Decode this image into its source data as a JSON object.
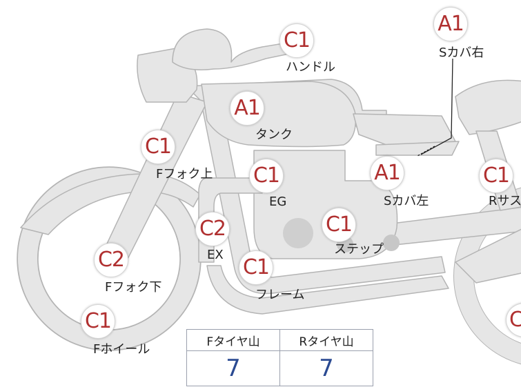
{
  "parts": [
    {
      "id": "handle",
      "grade": "C1",
      "label": "ハンドル"
    },
    {
      "id": "tank",
      "grade": "A1",
      "label": "タンク"
    },
    {
      "id": "fork-upper",
      "grade": "C1",
      "label": "Fフォク上"
    },
    {
      "id": "engine",
      "grade": "C1",
      "label": "EG"
    },
    {
      "id": "side-cover-right",
      "grade": "A1",
      "label": "Sカバ右"
    },
    {
      "id": "side-cover-left",
      "grade": "A1",
      "label": "Sカバ左"
    },
    {
      "id": "rear-suspension",
      "grade": "C1",
      "label": "Rサス"
    },
    {
      "id": "exhaust",
      "grade": "C2",
      "label": "EX"
    },
    {
      "id": "step",
      "grade": "C1",
      "label": "ステップ"
    },
    {
      "id": "fork-lower",
      "grade": "C2",
      "label": "Fフォク下"
    },
    {
      "id": "frame",
      "grade": "C1",
      "label": "フレーム"
    },
    {
      "id": "front-wheel",
      "grade": "C1",
      "label": "Fホイール"
    },
    {
      "id": "rear-wheel",
      "grade": "C",
      "label": ""
    }
  ],
  "tread_table": {
    "headers": [
      "Fタイヤ山",
      "Rタイヤ山"
    ],
    "values": [
      "7",
      "7"
    ]
  },
  "colors": {
    "grade": "#b03030",
    "tread_value": "#2a4a92",
    "bike_fill": "#e6e6e6"
  }
}
